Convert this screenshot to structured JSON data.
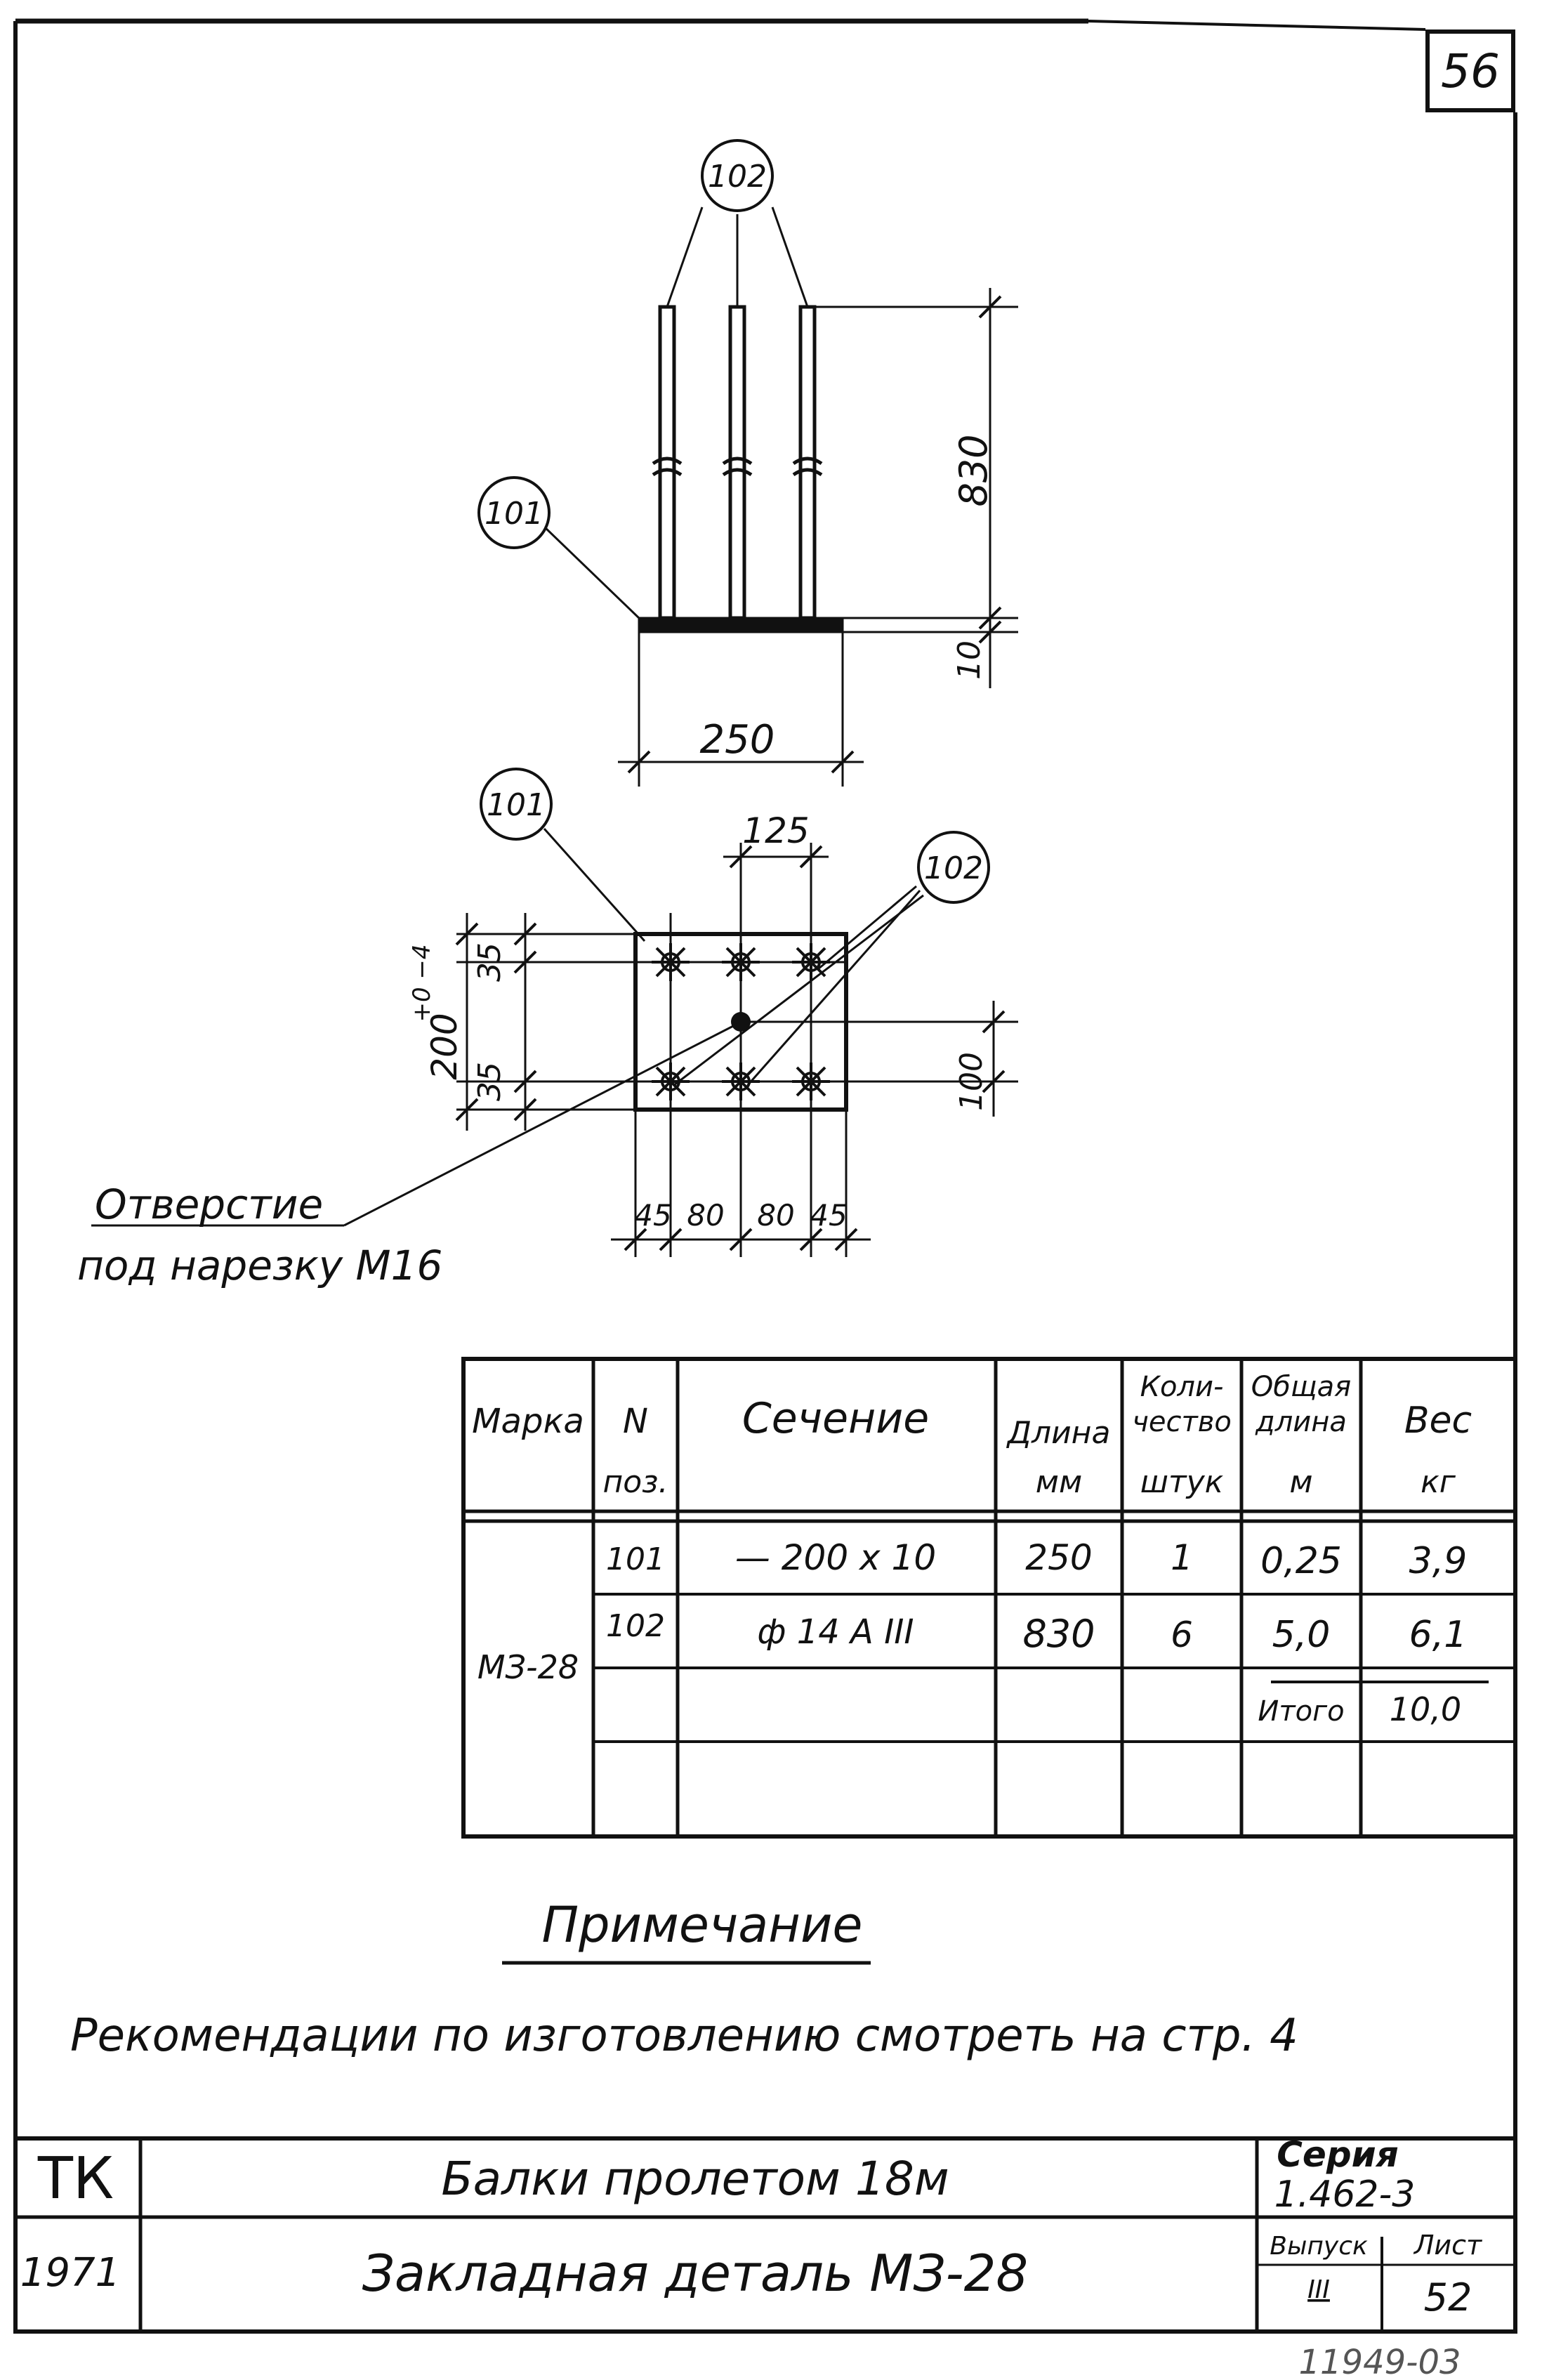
{
  "page_number": "56",
  "drawing": {
    "callout_101": "101",
    "callout_102": "102",
    "dim_830": "830",
    "dim_10": "10",
    "dim_250": "250",
    "dim_125": "125",
    "dim_35_top": "35",
    "dim_35_bottom": "35",
    "dim_200": "200",
    "dim_tol": "+0 −4",
    "dim_100": "100",
    "bottom_dims": [
      "45",
      "80",
      "80",
      "45"
    ],
    "hole_note_line1": "Отверстие",
    "hole_note_line2": "под нарезку М16"
  },
  "spec_table": {
    "headers": {
      "mark": "Марка",
      "pos_top": "N",
      "pos_bottom": "поз.",
      "section": "Сечение",
      "length_top": "Длина",
      "length_bottom": "мм",
      "qty_top": "Коли-",
      "qty_mid": "чество",
      "qty_bottom": "штук",
      "total_len_top": "Общая",
      "total_len_mid": "длина",
      "total_len_bottom": "м",
      "weight_top": "Вес",
      "weight_bottom": "кг"
    },
    "mark": "МЗ-28",
    "rows": [
      {
        "pos": "101",
        "section": "— 200 x 10",
        "length": "250",
        "qty": "1",
        "total_length": "0,25",
        "weight": "3,9"
      },
      {
        "pos": "102",
        "section": "ф 14 А III",
        "length": "830",
        "qty": "6",
        "total_length": "5,0",
        "weight": "6,1"
      }
    ],
    "total_label": "Итого",
    "total_weight": "10,0"
  },
  "note": {
    "title": "Примечание",
    "text": "Рекомендации по изготовлению смотреть на стр. 4"
  },
  "title_block": {
    "org": "ТК",
    "year": "1971",
    "title_line1": "Балки пролетом 18м",
    "title_line2": "Закладная деталь МЗ-28",
    "series_label": "Серия",
    "series_value": "1.462-3",
    "issue_label": "Выпуск",
    "issue_value": "III",
    "sheet_label": "Лист",
    "sheet_value": "52"
  },
  "stamp_number": "11949-03"
}
